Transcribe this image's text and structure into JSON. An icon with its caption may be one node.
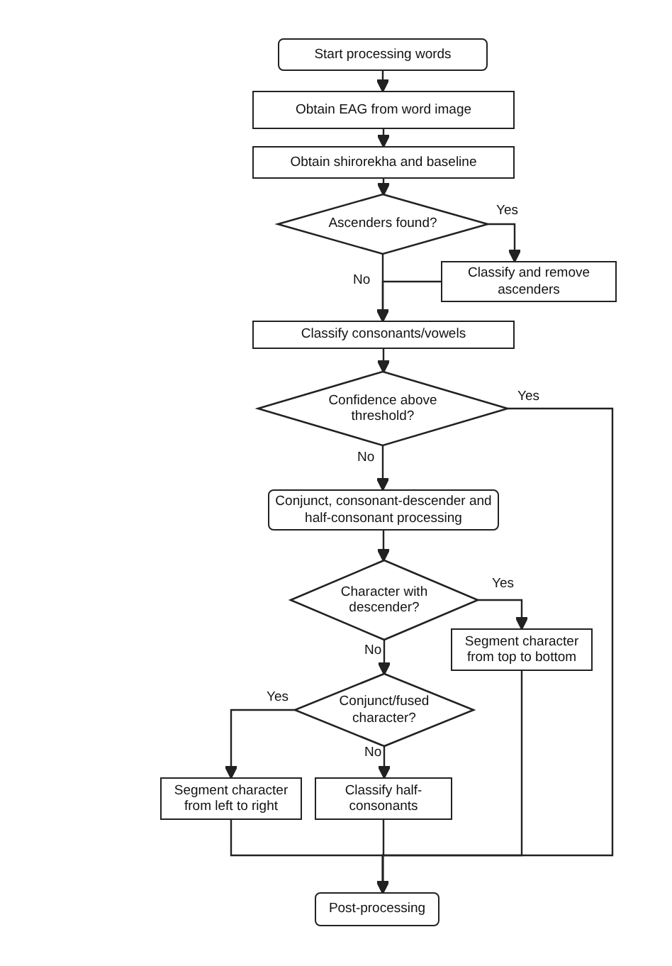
{
  "diagram": {
    "nodes": [
      {
        "text": [
          "Start processing words"
        ]
      },
      {
        "text": [
          "Obtain EAG from word image"
        ]
      },
      {
        "text": [
          "Obtain shirorekha and baseline"
        ]
      },
      {
        "text": [
          "Ascenders found?"
        ]
      },
      {
        "text": [
          "Classify and remove ascenders"
        ]
      },
      {
        "text": [
          "Classify consonants/vowels"
        ]
      },
      {
        "text": [
          "Confidence above threshold?"
        ]
      },
      {
        "text": [
          "Conjunct, consonant-descender and half-consonant processing"
        ]
      },
      {
        "text": [
          "Character with descender?"
        ]
      },
      {
        "text": [
          "Segment character from top to bottom"
        ]
      },
      {
        "text": [
          "Conjunct/fused character?"
        ]
      },
      {
        "text": [
          "Segment character from left to right"
        ]
      },
      {
        "text": [
          "Classify half-consonants"
        ]
      },
      {
        "text": [
          "Post-processing"
        ]
      }
    ],
    "edges": [
      {
        "from": 0,
        "to": 1,
        "arrow": "to"
      },
      {
        "from": 1,
        "to": 2,
        "arrow": "to"
      },
      {
        "from": 2,
        "to": 3,
        "arrow": "to"
      },
      {
        "from": 3,
        "to": 4,
        "arrow": "to",
        "label": "Yes"
      },
      {
        "from": 4,
        "to": 5,
        "arrow": "to"
      },
      {
        "from": 3,
        "to": 5,
        "arrow": "to",
        "label": "No"
      },
      {
        "from": 5,
        "to": 6,
        "arrow": "to"
      },
      {
        "from": 6,
        "to": 13,
        "arrow": "to",
        "label": "Yes"
      },
      {
        "from": 6,
        "to": 7,
        "arrow": "to",
        "label": "No"
      },
      {
        "from": 7,
        "to": 8,
        "arrow": "to"
      },
      {
        "from": 8,
        "to": 9,
        "arrow": "to",
        "label": "Yes"
      },
      {
        "from": 8,
        "to": 10,
        "arrow": "to",
        "label": "No"
      },
      {
        "from": 10,
        "to": 11,
        "arrow": "to",
        "label": "Yes"
      },
      {
        "from": 10,
        "to": 12,
        "arrow": "to",
        "label": "No"
      },
      {
        "from": 9,
        "to": 13,
        "arrow": "to"
      },
      {
        "from": 11,
        "to": 13,
        "arrow": "to"
      },
      {
        "from": 12,
        "to": 13,
        "arrow": "to"
      }
    ]
  }
}
